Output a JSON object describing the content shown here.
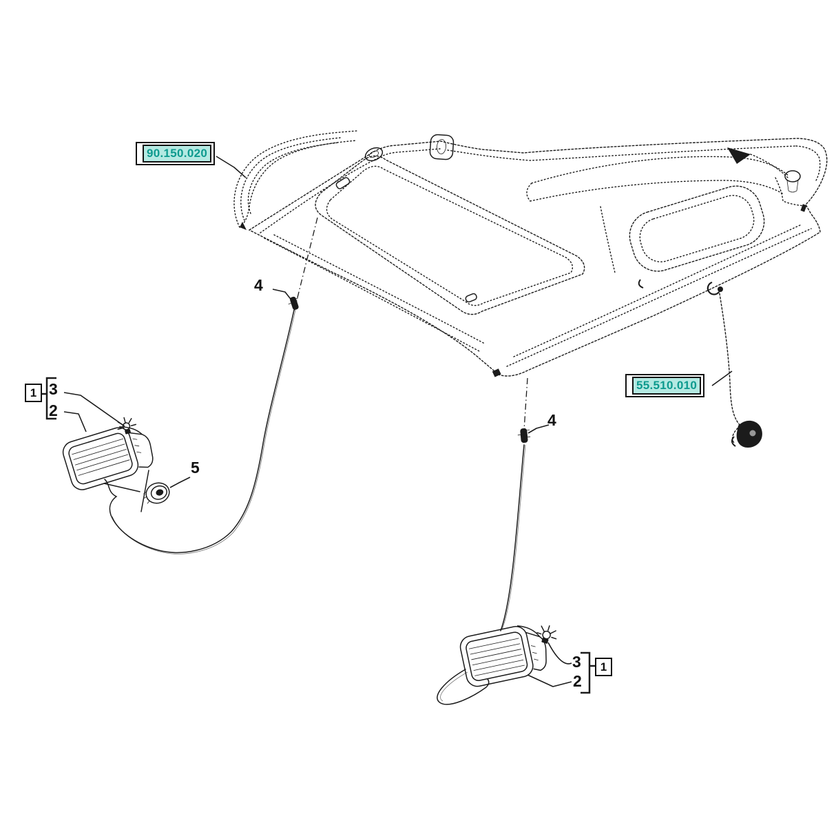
{
  "figure": {
    "type": "exploded-parts-diagram",
    "subject": "cab roof work lamps and wiring",
    "background_color": "#ffffff",
    "line_color": "#1b1b1b"
  },
  "ref_labels": {
    "roof_panel": "90.150.020",
    "harness": "55.510.010",
    "highlight_fill": "#b4e9e2",
    "text_color": "#0d9a8e"
  },
  "callouts": {
    "left_assembly_box": "1",
    "left_bulb": "3",
    "left_lamp": "2",
    "left_clip": "4",
    "grommet": "5",
    "right_clip": "4",
    "right_bulb": "3",
    "right_lamp": "2",
    "right_assembly_box": "1"
  }
}
